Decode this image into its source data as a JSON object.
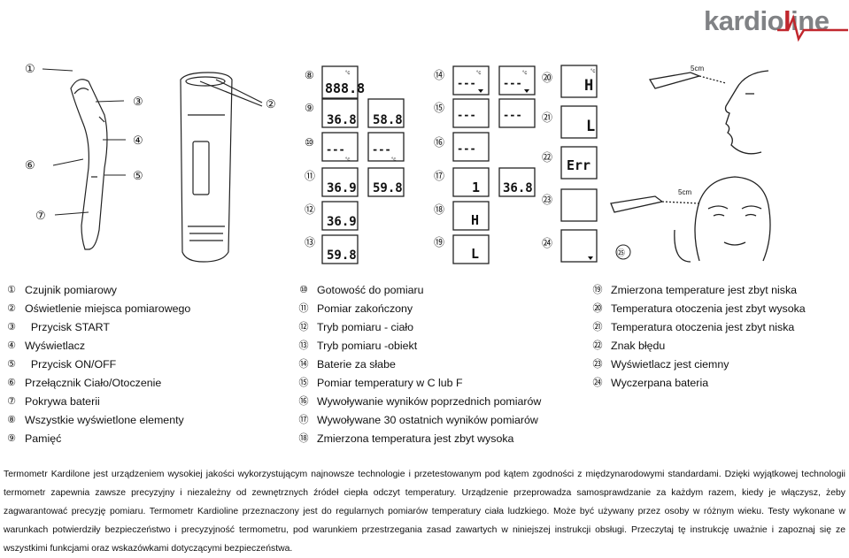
{
  "logo": {
    "text_a": "kardio",
    "text_b": "l",
    "text_c": "ine"
  },
  "figure": {
    "callouts": [
      "①",
      "②",
      "③",
      "④",
      "⑤",
      "⑥",
      "⑦"
    ],
    "rows": [
      "⑧",
      "⑨",
      "⑩",
      "⑪",
      "⑫",
      "⑬",
      "⑭",
      "⑮",
      "⑯",
      "⑰",
      "⑱",
      "⑲",
      "⑳",
      "㉑",
      "㉒",
      "㉓",
      "㉔",
      "㉕"
    ],
    "lcd": {
      "all_segments": "888.8",
      "reading_a": "36.8",
      "reading_b": "58.8",
      "reading_c": "36.9",
      "reading_d": "59.8",
      "reading_e": "36.9",
      "reading_f": "59.8",
      "dashes": "---",
      "memory_one": "1",
      "memory_two": "36.8",
      "high": "H",
      "low": "L",
      "error": "Err",
      "unit_c": "°c",
      "distance": "5cm"
    }
  },
  "legend": {
    "col1": [
      {
        "num": "①",
        "label": "Czujnik pomiarowy"
      },
      {
        "num": "②",
        "label": "Oświetlenie miejsca pomiarowego"
      },
      {
        "num": "③",
        "label": "  Przycisk START"
      },
      {
        "num": "④",
        "label": "Wyświetlacz"
      },
      {
        "num": "⑤",
        "label": "  Przycisk ON/OFF"
      },
      {
        "num": "⑥",
        "label": "Przełącznik Ciało/Otoczenie"
      },
      {
        "num": "⑦",
        "label": "Pokrywa baterii"
      },
      {
        "num": "⑧",
        "label": "Wszystkie wyświetlone elementy"
      },
      {
        "num": "⑨",
        "label": "Pamięć"
      }
    ],
    "col2": [
      {
        "num": "⑩",
        "label": "Gotowość do pomiaru"
      },
      {
        "num": "⑪",
        "label": "Pomiar zakończony"
      },
      {
        "num": "⑫",
        "label": "Tryb pomiaru - ciało"
      },
      {
        "num": "⑬",
        "label": "Tryb pomiaru -obiekt"
      },
      {
        "num": "⑭",
        "label": "Baterie za słabe"
      },
      {
        "num": "⑮",
        "label": "Pomiar temperatury w C lub F"
      },
      {
        "num": "⑯",
        "label": "Wywoływanie wyników poprzednich pomiarów"
      },
      {
        "num": "⑰",
        "label": "Wywoływane 30 ostatnich wyników pomiarów"
      },
      {
        "num": "⑱",
        "label": "Zmierzona temperatura jest zbyt wysoka"
      }
    ],
    "col3": [
      {
        "num": "⑲",
        "label": "Zmierzona temperature jest zbyt niska"
      },
      {
        "num": "⑳",
        "label": "Temperatura otoczenia jest zbyt wysoka"
      },
      {
        "num": "㉑",
        "label": "Temperatura otoczenia jest zbyt niska"
      },
      {
        "num": "㉒",
        "label": "Znak błędu"
      },
      {
        "num": "㉓",
        "label": "Wyświetlacz jest ciemny"
      },
      {
        "num": "㉔",
        "label": "Wyczerpana bateria"
      }
    ]
  },
  "paragraph": "Termometr Kardilone jest urządzeniem wysokiej jakości wykorzystującym najnowsze technologie i przetestowanym pod kątem zgodności z międzynarodowymi standardami. Dzięki wyjątkowej technologii termometr zapewnia zawsze precyzyjny i niezależny od zewnętrznych źródeł ciepła odczyt temperatury. Urządzenie przeprowadza samosprawdzanie za każdym razem, kiedy je włączysz, żeby zagwarantować precyzję pomiaru. Termometr Kardioline przeznaczony jest do regularnych pomiarów temperatury ciała ludzkiego. Może być używany przez osoby w różnym wieku. Testy wykonane w warunkach potwierdziły bezpieczeństwo i precyzyjność termometru, pod warunkiem przestrzegania zasad zawartych w niniejszej instrukcji obsługi. Przeczytaj tę instrukcję uważnie i zapoznaj się ze wszystkimi funkcjami oraz wskazówkami dotyczącymi bezpieczeństwa."
}
